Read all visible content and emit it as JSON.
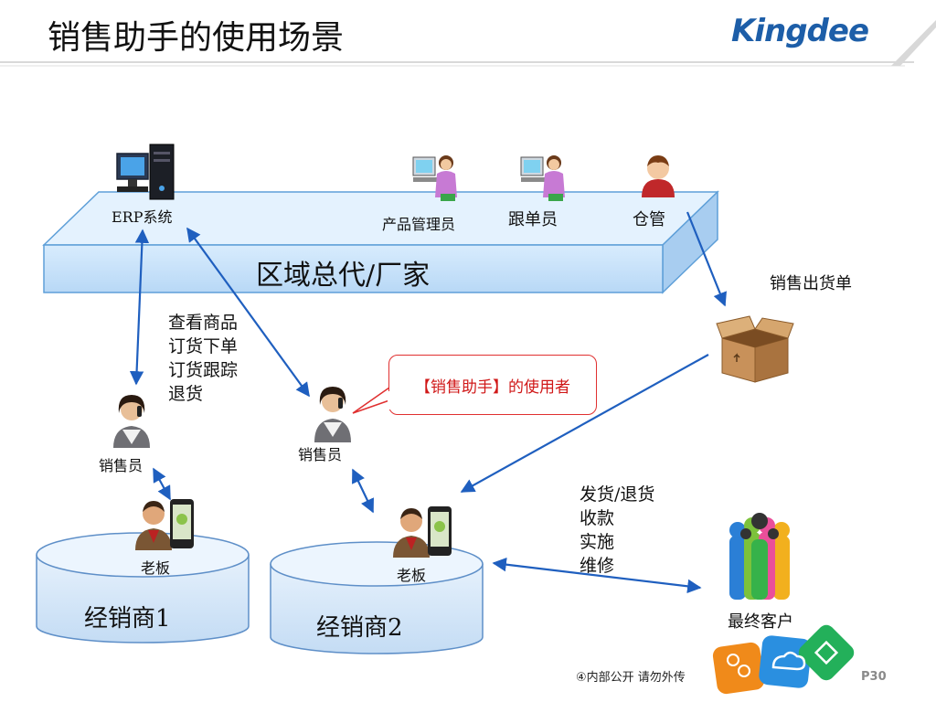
{
  "header": {
    "title": "销售助手的使用场景",
    "logo_text": "Kingdee"
  },
  "top_platform": {
    "label": "区域总代/厂家",
    "roles": {
      "erp": "ERP系统",
      "product_manager": "产品管理员",
      "order_tracker": "跟单员",
      "warehouse": "仓管"
    }
  },
  "shipping_doc": {
    "label": "销售出货单"
  },
  "left_tasks": [
    "查看商品",
    "订货下单",
    "订货跟踪",
    "退货"
  ],
  "callout": {
    "text": "【销售助手】的使用者"
  },
  "salesperson_left": {
    "label": "销售员"
  },
  "salesperson_mid": {
    "label": "销售员"
  },
  "dealer1": {
    "label": "经销商1",
    "boss": "老板"
  },
  "dealer2": {
    "label": "经销商2",
    "boss": "老板"
  },
  "right_tasks": [
    "发货/退货",
    "收款",
    "实施",
    "维修"
  ],
  "end_customer": {
    "label": "最终客户"
  },
  "footer": {
    "note": "④内部公开 请勿外传",
    "page": "P30"
  },
  "colors": {
    "platform_fill": "#c6e2fa",
    "arrow": "#1f5fbf",
    "callout_border": "#e03030",
    "callout_text": "#d01818",
    "cylinder_fill": "#cfe3f7",
    "logo": "#1d5ea8"
  },
  "icons": [
    "computer-icon",
    "person-at-computer-icon",
    "person-icon",
    "box-icon",
    "phone-person-icon",
    "customers-group-icon",
    "app-cubes-icon"
  ]
}
